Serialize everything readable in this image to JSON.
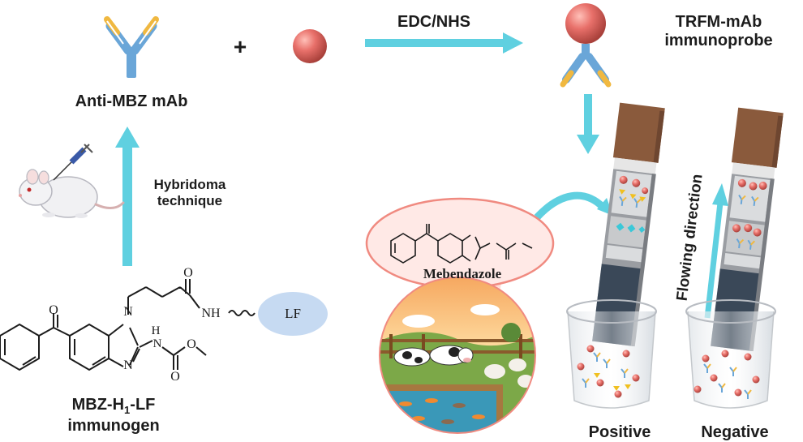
{
  "labels": {
    "antibody": "Anti-MBZ mAb",
    "plus": "+",
    "reaction": "EDC/NHS",
    "probe_line1": "TRFM-mAb",
    "probe_line2": "immunoprobe",
    "hybridoma_line1": "Hybridoma",
    "hybridoma_line2": "technique",
    "immunogen_line1_a": "MBZ-H",
    "immunogen_line1_sub": "1",
    "immunogen_line1_b": "-LF",
    "immunogen_line2": "immunogen",
    "lf": "LF",
    "nh": "NH",
    "o": "O",
    "n": "N",
    "h": "H",
    "mebendazole": "Mebendazole",
    "flow": "Flowing direction",
    "positive": "Positive",
    "negative": "Negative"
  },
  "colors": {
    "arrow": "#5fd0e0",
    "microsphere": "#e8706a",
    "antibody_blue": "#6aa6d8",
    "antibody_yellow": "#f0b840",
    "lf_carrier": "#c6daf2",
    "strip_pad": "#8a5a3c",
    "bubble_fill": "#ffe9e6",
    "bubble_stroke": "#f08a80"
  }
}
